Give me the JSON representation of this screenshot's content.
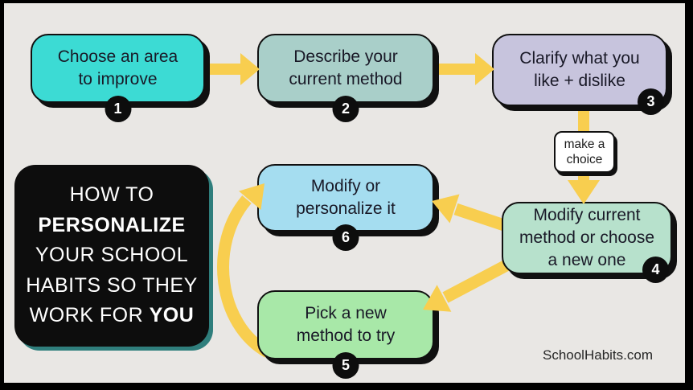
{
  "canvas": {
    "watermark": "SchoolHabits.com"
  },
  "colors": {
    "background": "#e9e7e4",
    "frame": "#000000",
    "outline": "#101010",
    "arrow": "#f8ce4f",
    "badge": "#0d0d0d",
    "badge_text": "#ffffff",
    "title_background": "#0d0d0d",
    "title_text": "#ffffff",
    "title_shadow": "#2f7e7c",
    "note_background": "#ffffff"
  },
  "title": {
    "line1": "HOW TO",
    "line2": "PERSONALIZE",
    "line3": "YOUR SCHOOL",
    "line4": "HABITS SO THEY",
    "line5_regular": "WORK FOR",
    "line5_bold": "YOU"
  },
  "steps": [
    {
      "number": "1",
      "lines": [
        "Choose an area",
        "to improve"
      ],
      "color": "#3cdbd4"
    },
    {
      "number": "2",
      "lines": [
        "Describe your",
        "current method"
      ],
      "color": "#a9cfc9"
    },
    {
      "number": "3",
      "lines": [
        "Clarify what you",
        "like + dislike"
      ],
      "color": "#c7c4dd"
    },
    {
      "number": "4",
      "lines": [
        "Modify current",
        "method or choose",
        "a new one"
      ],
      "color": "#b7e1cc"
    },
    {
      "number": "5",
      "lines": [
        "Pick a new",
        "method to try"
      ],
      "color": "#a8e8a8"
    },
    {
      "number": "6",
      "lines": [
        "Modify or",
        "personalize it"
      ],
      "color": "#a5ddf0"
    }
  ],
  "choice_note": {
    "line1": "make a",
    "line2": "choice"
  },
  "arrows": {
    "connections": [
      "step1→step2",
      "step2→step3",
      "step3→step4 (via make a choice)",
      "step4→step6",
      "step4→step5",
      "step5→step6"
    ]
  }
}
